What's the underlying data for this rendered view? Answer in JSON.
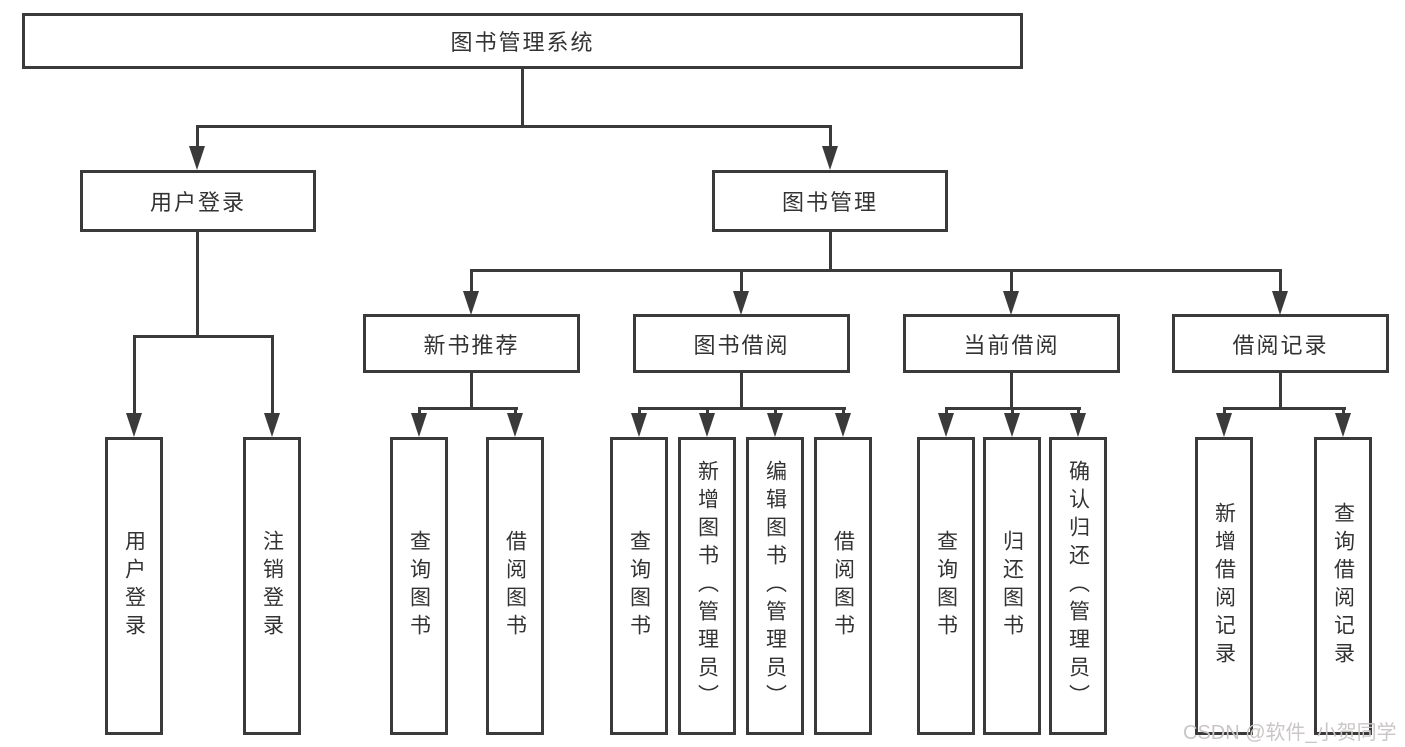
{
  "tree": {
    "root": "图书管理系统",
    "branches": [
      {
        "label": "用户登录",
        "children": [
          "用户登录",
          "注销登录"
        ]
      },
      {
        "label": "图书管理",
        "groups": [
          {
            "label": "新书推荐",
            "children": [
              "查询图书",
              "借阅图书"
            ]
          },
          {
            "label": "图书借阅",
            "children": [
              "查询图书",
              "新增图书（管理员）",
              "编辑图书（管理员）",
              "借阅图书"
            ]
          },
          {
            "label": "当前借阅",
            "children": [
              "查询图书",
              "归还图书",
              "确认归还（管理员）"
            ]
          },
          {
            "label": "借阅记录",
            "children": [
              "新增借阅记录",
              "查询借阅记录"
            ]
          }
        ]
      }
    ]
  },
  "watermark": "CSDN @软件_小贺同学",
  "colors": {
    "line": "#3a3a3a",
    "box_border": "#3a3a3a",
    "text": "#333333",
    "background": "#ffffff",
    "watermark": "#cbc6c6"
  }
}
